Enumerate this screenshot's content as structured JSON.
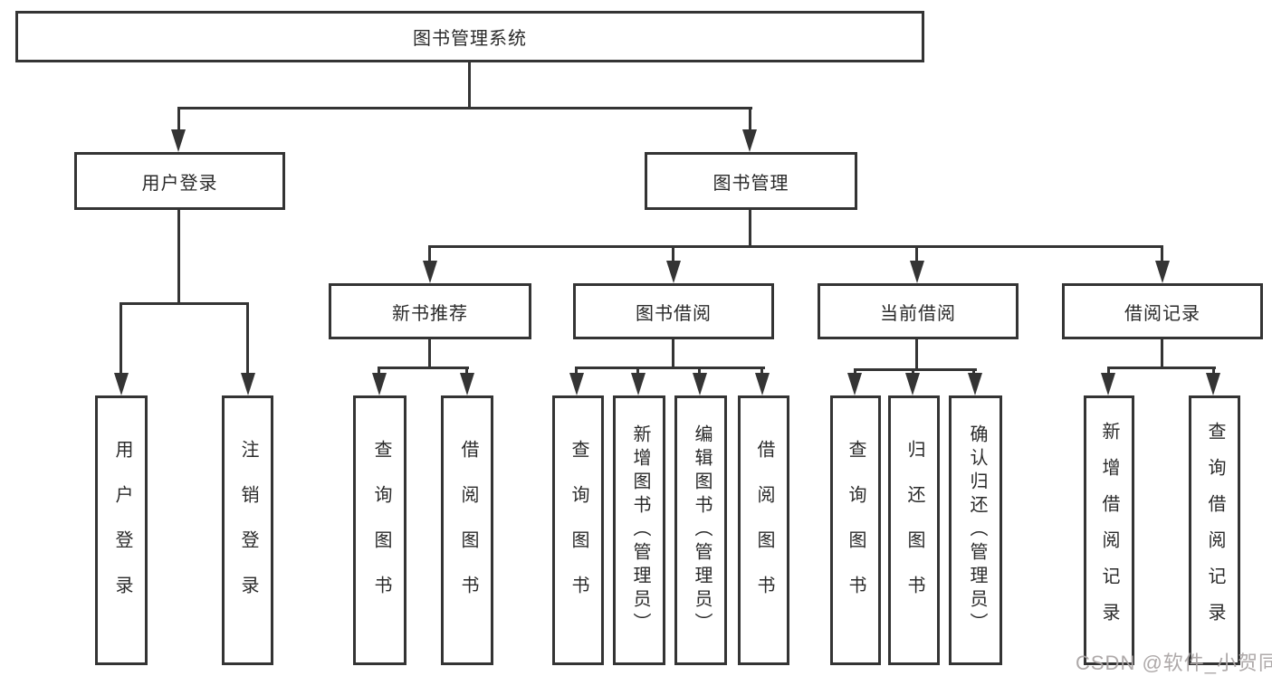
{
  "diagram": {
    "type": "hierarchy-tree",
    "colors": {
      "line": "#343434",
      "text": "#2a2a2a",
      "background": "#ffffff",
      "watermark": "#aaa4a4"
    },
    "root": {
      "label": "图书管理系统"
    },
    "level2": {
      "login": {
        "label": "用户登录"
      },
      "mgmt": {
        "label": "图书管理"
      }
    },
    "level3": {
      "new_books": {
        "label": "新书推荐"
      },
      "borrowing": {
        "label": "图书借阅"
      },
      "current": {
        "label": "当前借阅"
      },
      "records": {
        "label": "借阅记录"
      }
    },
    "leaves": {
      "login_children": [
        {
          "label": "用户登录"
        },
        {
          "label": "注销登录"
        }
      ],
      "new_books_children": [
        {
          "label": "查询图书"
        },
        {
          "label": "借阅图书"
        }
      ],
      "borrowing_children": [
        {
          "label": "查询图书"
        },
        {
          "label": "新增图书（管理员）"
        },
        {
          "label": "编辑图书（管理员）"
        },
        {
          "label": "借阅图书"
        }
      ],
      "current_children": [
        {
          "label": "查询图书"
        },
        {
          "label": "归还图书"
        },
        {
          "label": "确认归还（管理员）"
        }
      ],
      "records_children": [
        {
          "label": "新增借阅记录"
        },
        {
          "label": "查询借阅记录"
        }
      ]
    },
    "watermark": "CSDN @软件_小贺同学"
  }
}
